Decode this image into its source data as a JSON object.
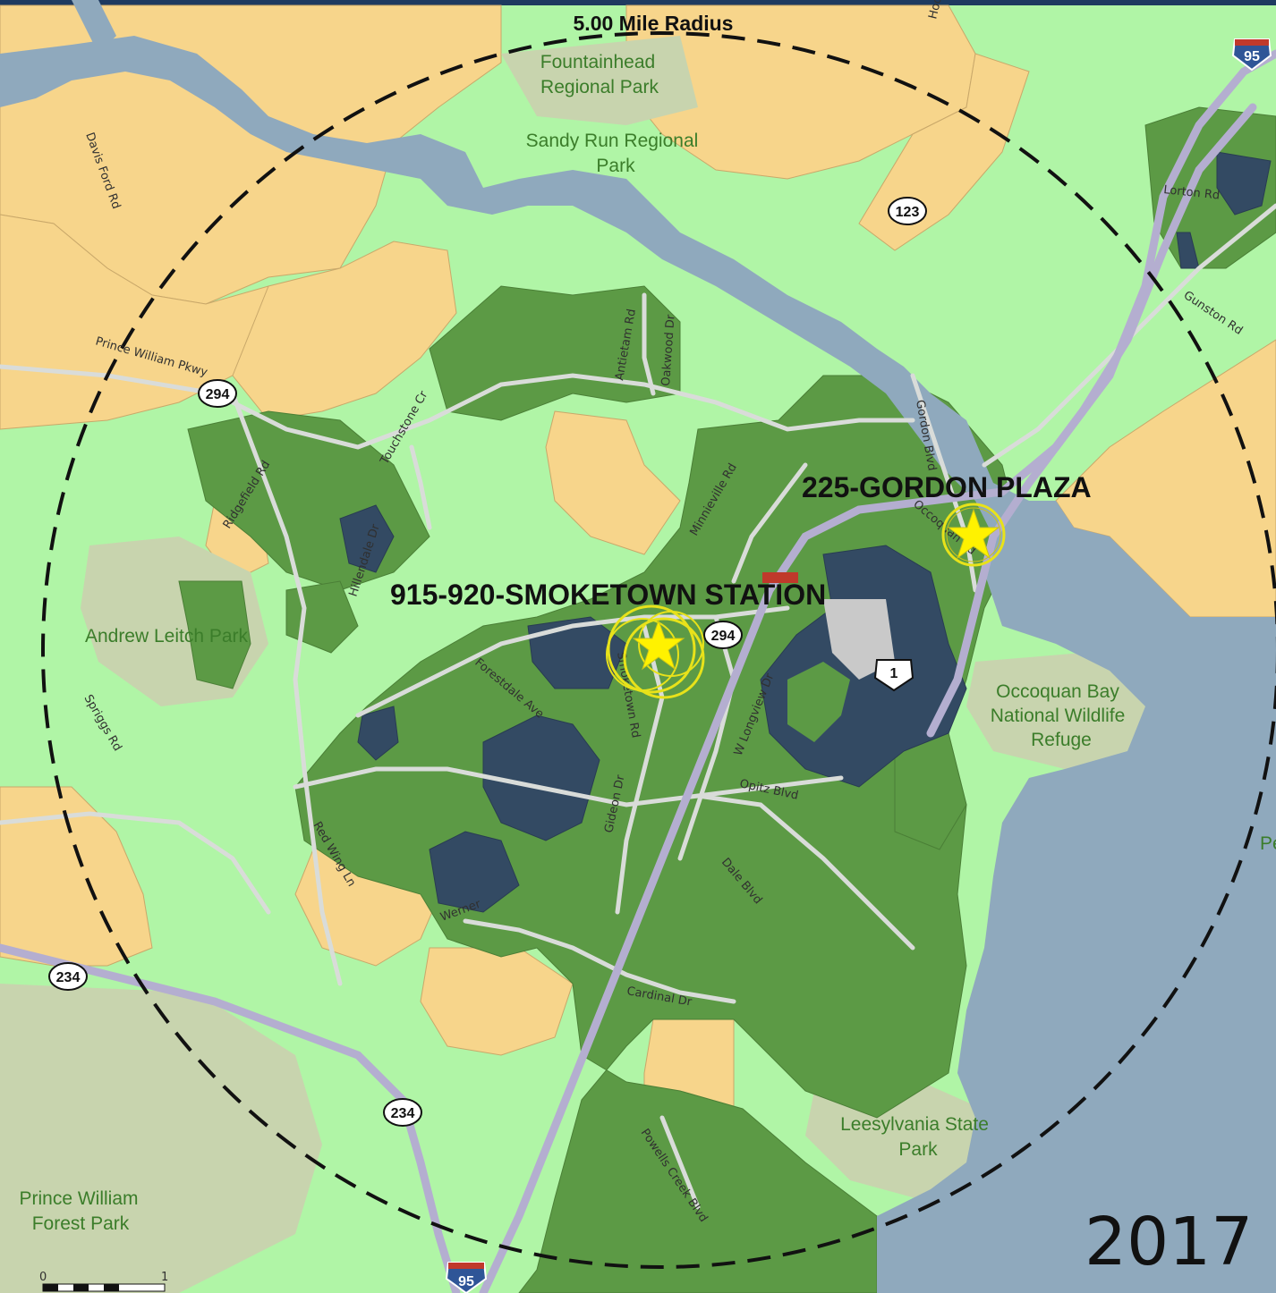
{
  "map": {
    "radius_label": "5.00 Mile Radius",
    "year": "2017",
    "sites": [
      {
        "label": "225-GORDON PLAZA"
      },
      {
        "label": "915-920-SMOKETOWN STATION"
      }
    ],
    "parks": [
      {
        "line1": "Fountainhead",
        "line2": "Regional Park"
      },
      {
        "line1": "Sandy Run Regional",
        "line2": "Park"
      },
      {
        "line1": "Andrew Leitch Park",
        "line2": ""
      },
      {
        "line1": "Occoquan Bay",
        "line2": "National Wildlife",
        "line3": "Refuge"
      },
      {
        "line1": "Leesylvania State",
        "line2": "Park"
      },
      {
        "line1": "Prince William",
        "line2": "Forest Park"
      }
    ],
    "roads": [
      "Davis Ford Rd",
      "Prince William Pkwy",
      "Touchstone Cr",
      "Ridgefield Rd",
      "Hillendale Dr",
      "Antietam Rd",
      "Oakwood Dr",
      "Minnieville Rd",
      "Gordon Blvd",
      "Occoquan Rd",
      "Lorton Rd",
      "Gunston Rd",
      "Hooes Rd",
      "Spriggs Rd",
      "Forestdale Ave",
      "Smoketown Rd",
      "W Longview Dr",
      "Opitz Blvd",
      "Gideon Dr",
      "Dale Blvd",
      "Red Wing Ln",
      "Cardinal Dr",
      "Powells Creek Blvd",
      "Werner"
    ],
    "shields": {
      "va_294_a": "294",
      "va_294_b": "294",
      "va_123": "123",
      "va_234_a": "234",
      "va_234_b": "234",
      "us_1": "1",
      "i95_top": "95",
      "i95_bottom": "95"
    },
    "scale": {
      "start": "0",
      "end": "1"
    },
    "colors": {
      "water": "#8fa9bd",
      "lowest": "#f7d58b",
      "low": "#b0f5a6",
      "medium": "#5c9a45",
      "high": "#334a63",
      "park": "#c8d4ae",
      "road": "#d9dcd9",
      "interstate": "#b4aed0",
      "site_marker": "#fff200"
    },
    "edge_label": "Pe"
  }
}
